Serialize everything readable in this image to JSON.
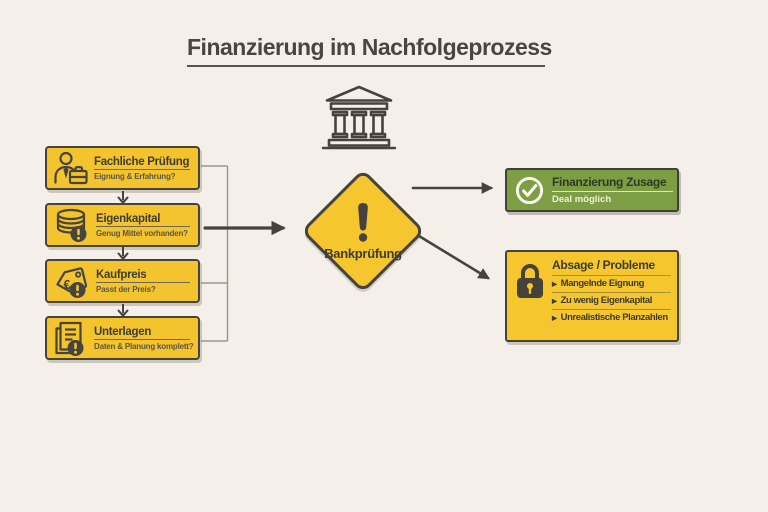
{
  "title": "Finanzierung im Nachfolgeprozess",
  "steps": [
    {
      "label": "Fachliche Prüfung",
      "question": "Eignung & Erfahrung?"
    },
    {
      "label": "Eigenkapital",
      "question": "Genug Mittel vorhanden?"
    },
    {
      "label": "Kaufpreis",
      "question": "Passt der Preis?"
    },
    {
      "label": "Unterlagen",
      "question": "Daten & Planung komplett?"
    }
  ],
  "decision": {
    "label": "Bankprüfung"
  },
  "outcomes": {
    "approval": {
      "title": "Finanzierung Zusage",
      "subtitle": "Deal möglich"
    },
    "rejection": {
      "title": "Absage / Probleme",
      "bullet": "▶",
      "items": [
        "Mangelnde Eignung",
        "Zu wenig Eigenkapital",
        "Unrealistische Planzahlen"
      ]
    }
  },
  "icons": {
    "euro": "€"
  },
  "colors": {
    "background": "#f4f0e9",
    "accent_yellow": "#f3c42d",
    "accent_green": "#7d9e44",
    "ink": "#45433c"
  }
}
